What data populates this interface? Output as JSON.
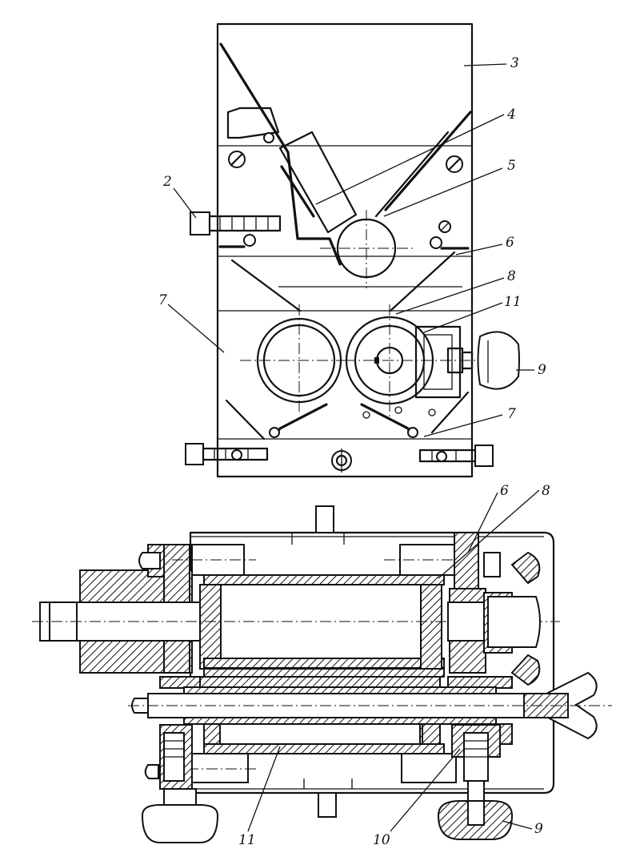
{
  "callouts": {
    "c2": "2",
    "c3": "3",
    "c4": "4",
    "c5": "5",
    "c6a": "6",
    "c8a": "8",
    "c11a": "11",
    "c9a": "9",
    "c7a": "7",
    "c7b": "7",
    "c6b": "6",
    "c8b": "8",
    "c11b": "11",
    "c10": "10",
    "c9b": "9"
  }
}
